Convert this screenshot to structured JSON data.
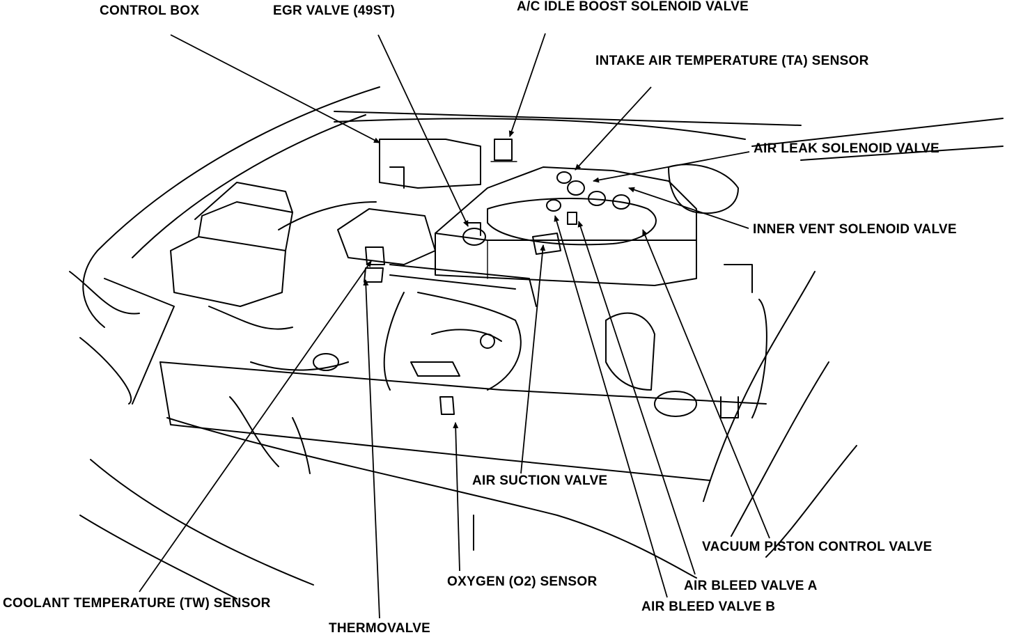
{
  "labels": {
    "control_box": "CONTROL BOX",
    "egr_valve": "EGR VALVE (49ST)",
    "ac_idle_boost": "A/C IDLE BOOST SOLENOID VALVE",
    "intake_air_temp": "INTAKE AIR TEMPERATURE (TA) SENSOR",
    "air_leak": "AIR LEAK SOLENOID VALVE",
    "inner_vent": "INNER VENT SOLENOID VALVE",
    "air_suction": "AIR SUCTION VALVE",
    "vacuum_piston": "VACUUM PISTON CONTROL VALVE",
    "air_bleed_a": "AIR BLEED VALVE A",
    "air_bleed_b": "AIR BLEED VALVE B",
    "oxygen_sensor": "OXYGEN (O2) SENSOR",
    "coolant_temp": "COOLANT TEMPERATURE (TW) SENSOR",
    "thermovalve": "THERMOVALVE"
  }
}
